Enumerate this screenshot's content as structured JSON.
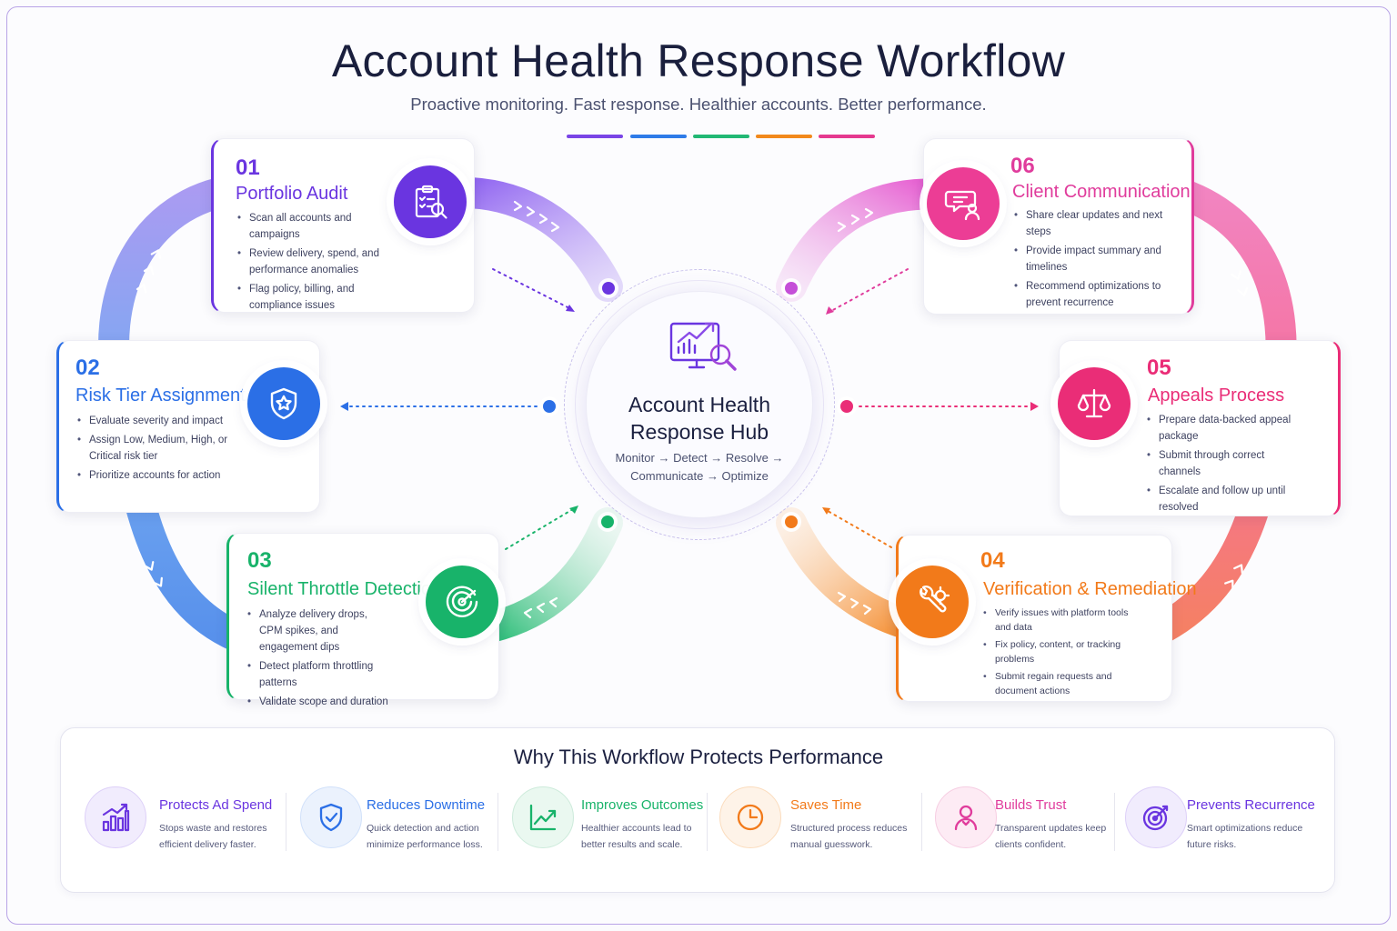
{
  "header": {
    "title": "Account Health Response Workflow",
    "subtitle": "Proactive monitoring. Fast response. Healthier accounts. Better performance."
  },
  "colors": {
    "purple": "#6a35e0",
    "blue": "#2b6fe6",
    "green": "#18b36a",
    "orange": "#f27a1a",
    "red": "#ea2d77",
    "pink": "#e03c9c"
  },
  "hub": {
    "title_line1": "Account Health",
    "title_line2": "Response Hub",
    "flow_line1": "Monitor → Detect → Resolve →",
    "flow_line2": "Communicate → Optimize",
    "icon": "monitor-analytics-icon"
  },
  "steps": [
    {
      "num": "01",
      "title": "Portfolio Audit",
      "icon": "clipboard-search-icon",
      "bullets": [
        "Scan all accounts and campaigns",
        "Review delivery, spend, and performance anomalies",
        "Flag policy, billing, and compliance issues"
      ]
    },
    {
      "num": "02",
      "title": "Risk Tier Assignment",
      "icon": "shield-star-icon",
      "bullets": [
        "Evaluate severity and impact",
        "Assign Low, Medium, High, or Critical risk tier",
        "Prioritize accounts for action"
      ]
    },
    {
      "num": "03",
      "title": "Silent Throttle Detection",
      "icon": "radar-icon",
      "bullets": [
        "Analyze delivery drops, CPM spikes, and engagement dips",
        "Detect platform throttling patterns",
        "Validate scope and duration"
      ]
    },
    {
      "num": "04",
      "title": "Verification & Remediation",
      "icon": "wrench-gear-icon",
      "bullets": [
        "Verify issues with platform tools and data",
        "Fix policy, content, or tracking problems",
        "Submit regain requests and document actions"
      ]
    },
    {
      "num": "05",
      "title": "Appeals Process",
      "icon": "scales-icon",
      "bullets": [
        "Prepare data-backed appeal package",
        "Submit through correct channels",
        "Escalate and follow up until resolved"
      ]
    },
    {
      "num": "06",
      "title": "Client Communication",
      "icon": "chat-user-icon",
      "bullets": [
        "Share clear updates and next steps",
        "Provide impact summary and timelines",
        "Recommend optimizations to prevent recurrence"
      ]
    }
  ],
  "benefits": {
    "title": "Why This Workflow Protects Performance",
    "items": [
      {
        "title": "Protects Ad Spend",
        "desc": "Stops waste and restores efficient delivery faster.",
        "icon": "bar-chart-icon",
        "color": "#6a35e0"
      },
      {
        "title": "Reduces Downtime",
        "desc": "Quick detection and action minimize performance loss.",
        "icon": "shield-check-icon",
        "color": "#2b6fe6"
      },
      {
        "title": "Improves Outcomes",
        "desc": "Healthier accounts lead to better results and scale.",
        "icon": "trend-up-icon",
        "color": "#18b36a"
      },
      {
        "title": "Saves Time",
        "desc": "Structured process reduces manual guesswork.",
        "icon": "clock-icon",
        "color": "#f27a1a"
      },
      {
        "title": "Builds Trust",
        "desc": "Transparent updates keep clients confident.",
        "icon": "user-icon",
        "color": "#e03c9c"
      },
      {
        "title": "Prevents Recurrence",
        "desc": "Smart optimizations reduce future risks.",
        "icon": "target-icon",
        "color": "#6a35e0"
      }
    ]
  }
}
